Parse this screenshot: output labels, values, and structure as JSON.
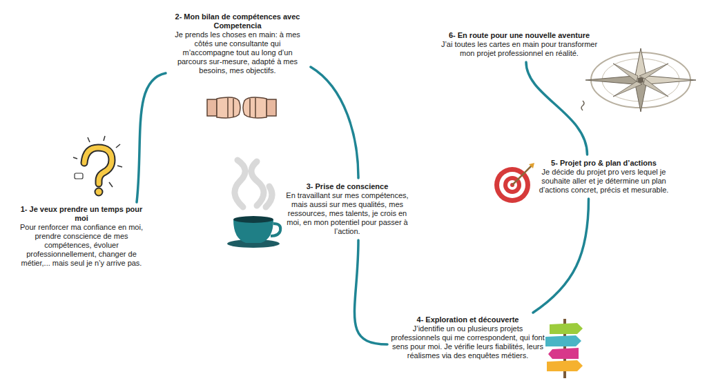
{
  "diagram": {
    "nodes": [
      {
        "text": [
          "1- Je veux prendre un temps pour moi",
          "Pour renforcer ma confiance en moi, prendre conscience de mes compétences, évoluer professionnellement, changer de métier,... mais seul je n’y arrive pas."
        ]
      },
      {
        "text": [
          "2- Mon bilan de compétences avec Competencia",
          "Je prends les choses en main: à mes côtés une consultante qui m’accompagne tout au long d’un parcours sur-mesure, adapté à mes besoins, mes objectifs."
        ]
      },
      {
        "text": [
          "3- Prise de conscience",
          "En travaillant sur mes compétences, mais aussi sur mes qualités, mes ressources, mes talents, je crois en moi, en mon potentiel pour passer à l’action."
        ]
      },
      {
        "text": [
          "4- Exploration et découverte",
          "J’identifie un ou plusieurs projets professionnels qui me correspondent, qui font sens pour moi. Je vérifie leurs fiabilités, leurs réalismes via des enquêtes métiers."
        ]
      },
      {
        "text": [
          "5- Projet pro & plan d’actions",
          "Je décide du projet pro vers lequel je souhaite aller et je détermine un plan d’actions concret, précis et mesurable."
        ]
      },
      {
        "text": [
          "6- En route pour une nouvelle aventure",
          "J’ai toutes les cartes en main pour transformer mon projet professionnel en réalité."
        ]
      }
    ],
    "edges": [
      {
        "from": 0,
        "to": 1,
        "arrow": "none"
      },
      {
        "from": 1,
        "to": 2,
        "arrow": "none"
      },
      {
        "from": 2,
        "to": 3,
        "arrow": "none"
      },
      {
        "from": 3,
        "to": 4,
        "arrow": "none"
      },
      {
        "from": 4,
        "to": 5,
        "arrow": "none"
      }
    ]
  }
}
